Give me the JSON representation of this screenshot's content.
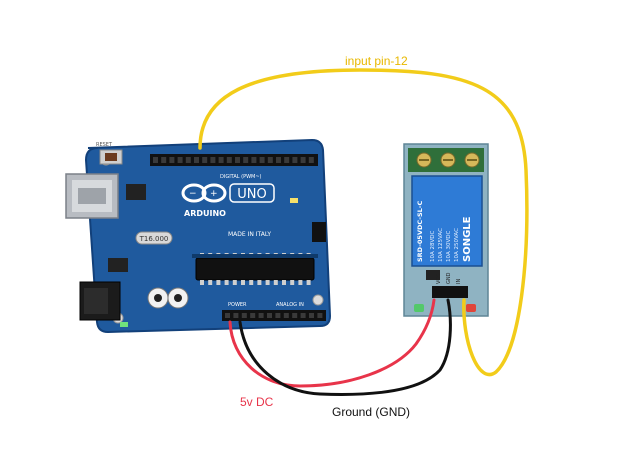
{
  "labels": {
    "input_pin": "input pin-12",
    "five_v": "5v DC",
    "ground": "Ground (GND)"
  },
  "arduino": {
    "brand": "ARDUINO",
    "model": "UNO",
    "made_in": "MADE IN ITALY",
    "digital_header": "DIGITAL (PWM~)",
    "power_header": "POWER",
    "analog_header": "ANALOG IN",
    "crystal": "T16.000",
    "reset": "RESET"
  },
  "relay": {
    "brand": "SONGLE",
    "rating_1": "10A 250VAC",
    "rating_2": "10A 30VDC",
    "rating_3": "10A 125VAC",
    "rating_4": "10A 28VDC",
    "model_number": "SRD-05VDC-SL-C",
    "pins": [
      "VCC",
      "GND",
      "IN"
    ]
  },
  "colors": {
    "signal_wire": "#f2cc1a",
    "power_wire": "#e8344a",
    "ground_wire": "#111111",
    "board": "#1f5a9e",
    "relay_body": "#2e7bd6"
  }
}
